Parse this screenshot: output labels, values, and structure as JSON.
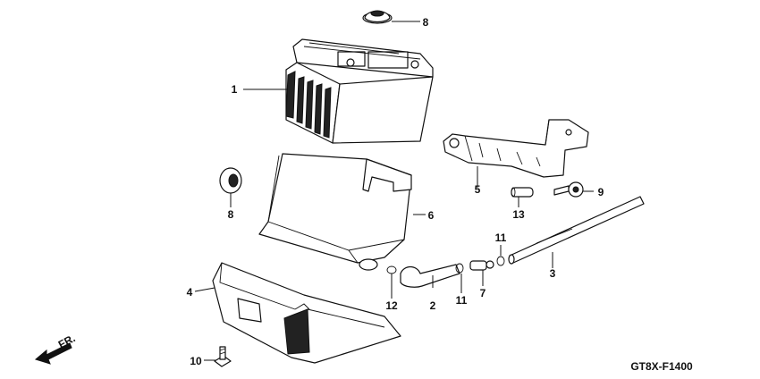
{
  "diagram_code": "GT8X-F1400",
  "front_label": "FR.",
  "callouts": {
    "c1": "1",
    "c2": "2",
    "c3": "3",
    "c4": "4",
    "c5": "5",
    "c6": "6",
    "c7": "7",
    "c8a": "8",
    "c8b": "8",
    "c9": "9",
    "c10": "10",
    "c11a": "11",
    "c11b": "11",
    "c12": "12",
    "c13": "13"
  }
}
